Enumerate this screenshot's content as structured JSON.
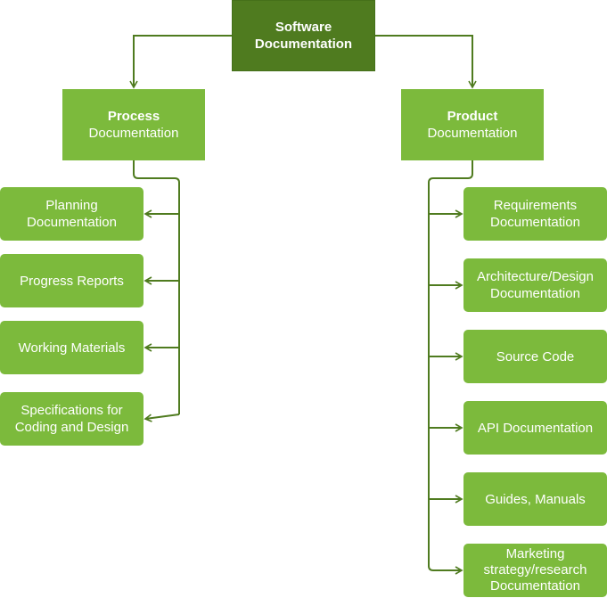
{
  "root": {
    "line1": "Software",
    "line2": "Documentation"
  },
  "process": {
    "title": "Process",
    "subtitle": "Documentation",
    "items": [
      {
        "lines": [
          "Planning",
          "Documentation"
        ]
      },
      {
        "lines": [
          "Progress Reports"
        ]
      },
      {
        "lines": [
          "Working Materials"
        ]
      },
      {
        "lines": [
          "Specifications for",
          "Coding and Design"
        ]
      }
    ]
  },
  "product": {
    "title": "Product",
    "subtitle": "Documentation",
    "items": [
      {
        "lines": [
          "Requirements",
          "Documentation"
        ]
      },
      {
        "lines": [
          "Architecture/Design",
          "Documentation"
        ]
      },
      {
        "lines": [
          "Source Code"
        ]
      },
      {
        "lines": [
          "API Documentation"
        ]
      },
      {
        "lines": [
          "Guides, Manuals"
        ]
      },
      {
        "lines": [
          "Marketing",
          "strategy/research",
          "Documentation"
        ]
      }
    ]
  },
  "colors": {
    "root_fill": "#4f7b1f",
    "node_fill": "#7cba3c",
    "connector": "#4f7b1f",
    "text": "#ffffff"
  }
}
